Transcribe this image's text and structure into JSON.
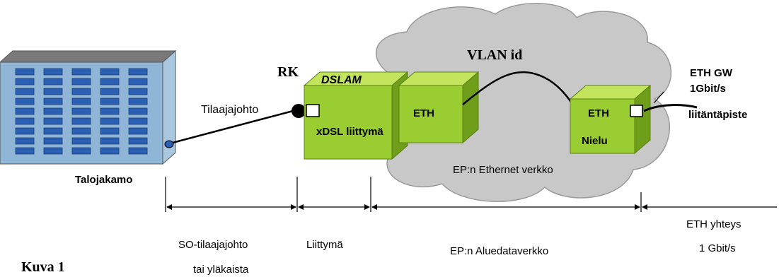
{
  "labels": {
    "rk": "RK",
    "vlan": "VLAN id",
    "dslam": "DSLAM",
    "xdsl": "xDSL liittymä",
    "eth_left": "ETH",
    "eth_right": "ETH",
    "nielu": "Nielu",
    "eth_gw_line1": "ETH GW",
    "eth_gw_line2": "1Gbit/s",
    "liitantapiste": "liitäntäpiste",
    "tilaajajohto": "Tilaajajohto",
    "talojakamo": "Talojakamo",
    "ethernet_network": "EP:n Ethernet verkko",
    "caption": "Kuva 1"
  },
  "segments": {
    "so_line1": "SO-tilaajajohto",
    "so_line2": "tai yläkaista",
    "liittyma": "Liittymä",
    "aluedata": "EP:n Aluedataverkko",
    "eth_yhteys_line1": "ETH yhteys",
    "eth_yhteys_line2": "1 Gbit/s"
  },
  "colors": {
    "building_front": "#8fb6d6",
    "building_side": "#a9c8e0",
    "building_top": "#7a7a7a",
    "windows": "#2a5fb3",
    "box_front": "#9acd32",
    "box_top": "#c3e55e",
    "box_side": "#6f9e1a",
    "cloud": "#c8c8c8",
    "cloud_stroke": "#9a9a9a"
  }
}
